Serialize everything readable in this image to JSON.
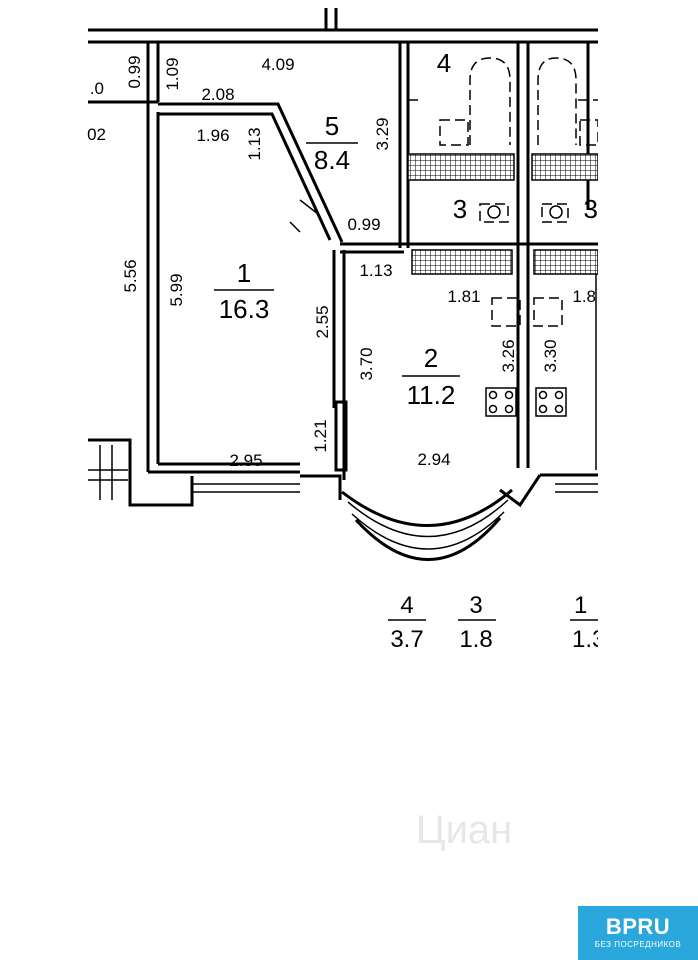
{
  "rooms": [
    {
      "num": "1",
      "area": "16.3"
    },
    {
      "num": "2",
      "area": "11.2"
    },
    {
      "num": "3",
      "area": ""
    },
    {
      "num": "4",
      "area": ""
    },
    {
      "num": "5",
      "area": "8.4"
    }
  ],
  "dimensions": {
    "d_0_99_top": "0.99",
    "d_0_partial": ".0",
    "d_02_partial": "02",
    "d_1_09": "1.09",
    "d_4_09": "4.09",
    "d_2_08": "2.08",
    "d_1_96": "1.96",
    "d_1_13_v": "1.13",
    "d_3_29": "3.29",
    "d_0_99_mid": "0.99",
    "d_1_13_h": "1.13",
    "d_5_56": "5.56",
    "d_5_99": "5.99",
    "d_2_55": "2.55",
    "d_3_70": "3.70",
    "d_1_81": "1.81",
    "d_1_8_partial": "1.8",
    "d_3_26": "3.26",
    "d_3_30": "3.30",
    "d_1_21": "1.21",
    "d_2_95": "2.95",
    "d_2_94": "2.94"
  },
  "balcony_legend": [
    {
      "num": "4",
      "area": "3.7"
    },
    {
      "num": "3",
      "area": "1.8"
    },
    {
      "num": "1",
      "area": "1.3"
    }
  ],
  "partial_label_3": "3",
  "watermark": "Циан",
  "badge": {
    "title": "BPRU",
    "subtitle": "БЕЗ ПОСРЕДНИКОВ"
  },
  "colors": {
    "badge": "#2aa8de",
    "ink": "#000000"
  }
}
